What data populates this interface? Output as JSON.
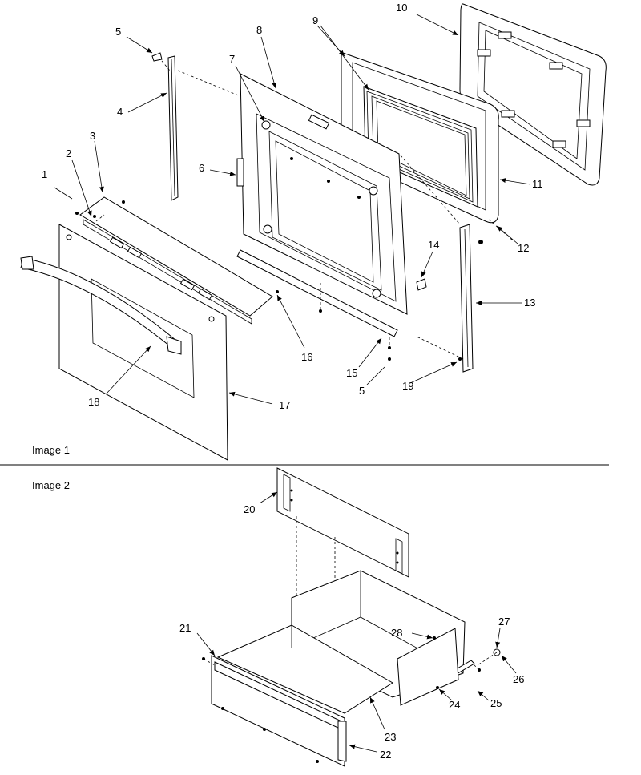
{
  "panels": [
    {
      "label": "Image 1"
    },
    {
      "label": "Image 2"
    }
  ],
  "callouts": [
    "1",
    "2",
    "3",
    "4",
    "5",
    "6",
    "7",
    "8",
    "9",
    "10",
    "11",
    "12",
    "13",
    "14",
    "15",
    "16",
    "17",
    "18",
    "19",
    "20",
    "21",
    "22",
    "23",
    "24",
    "25",
    "26",
    "27",
    "28",
    "5"
  ]
}
